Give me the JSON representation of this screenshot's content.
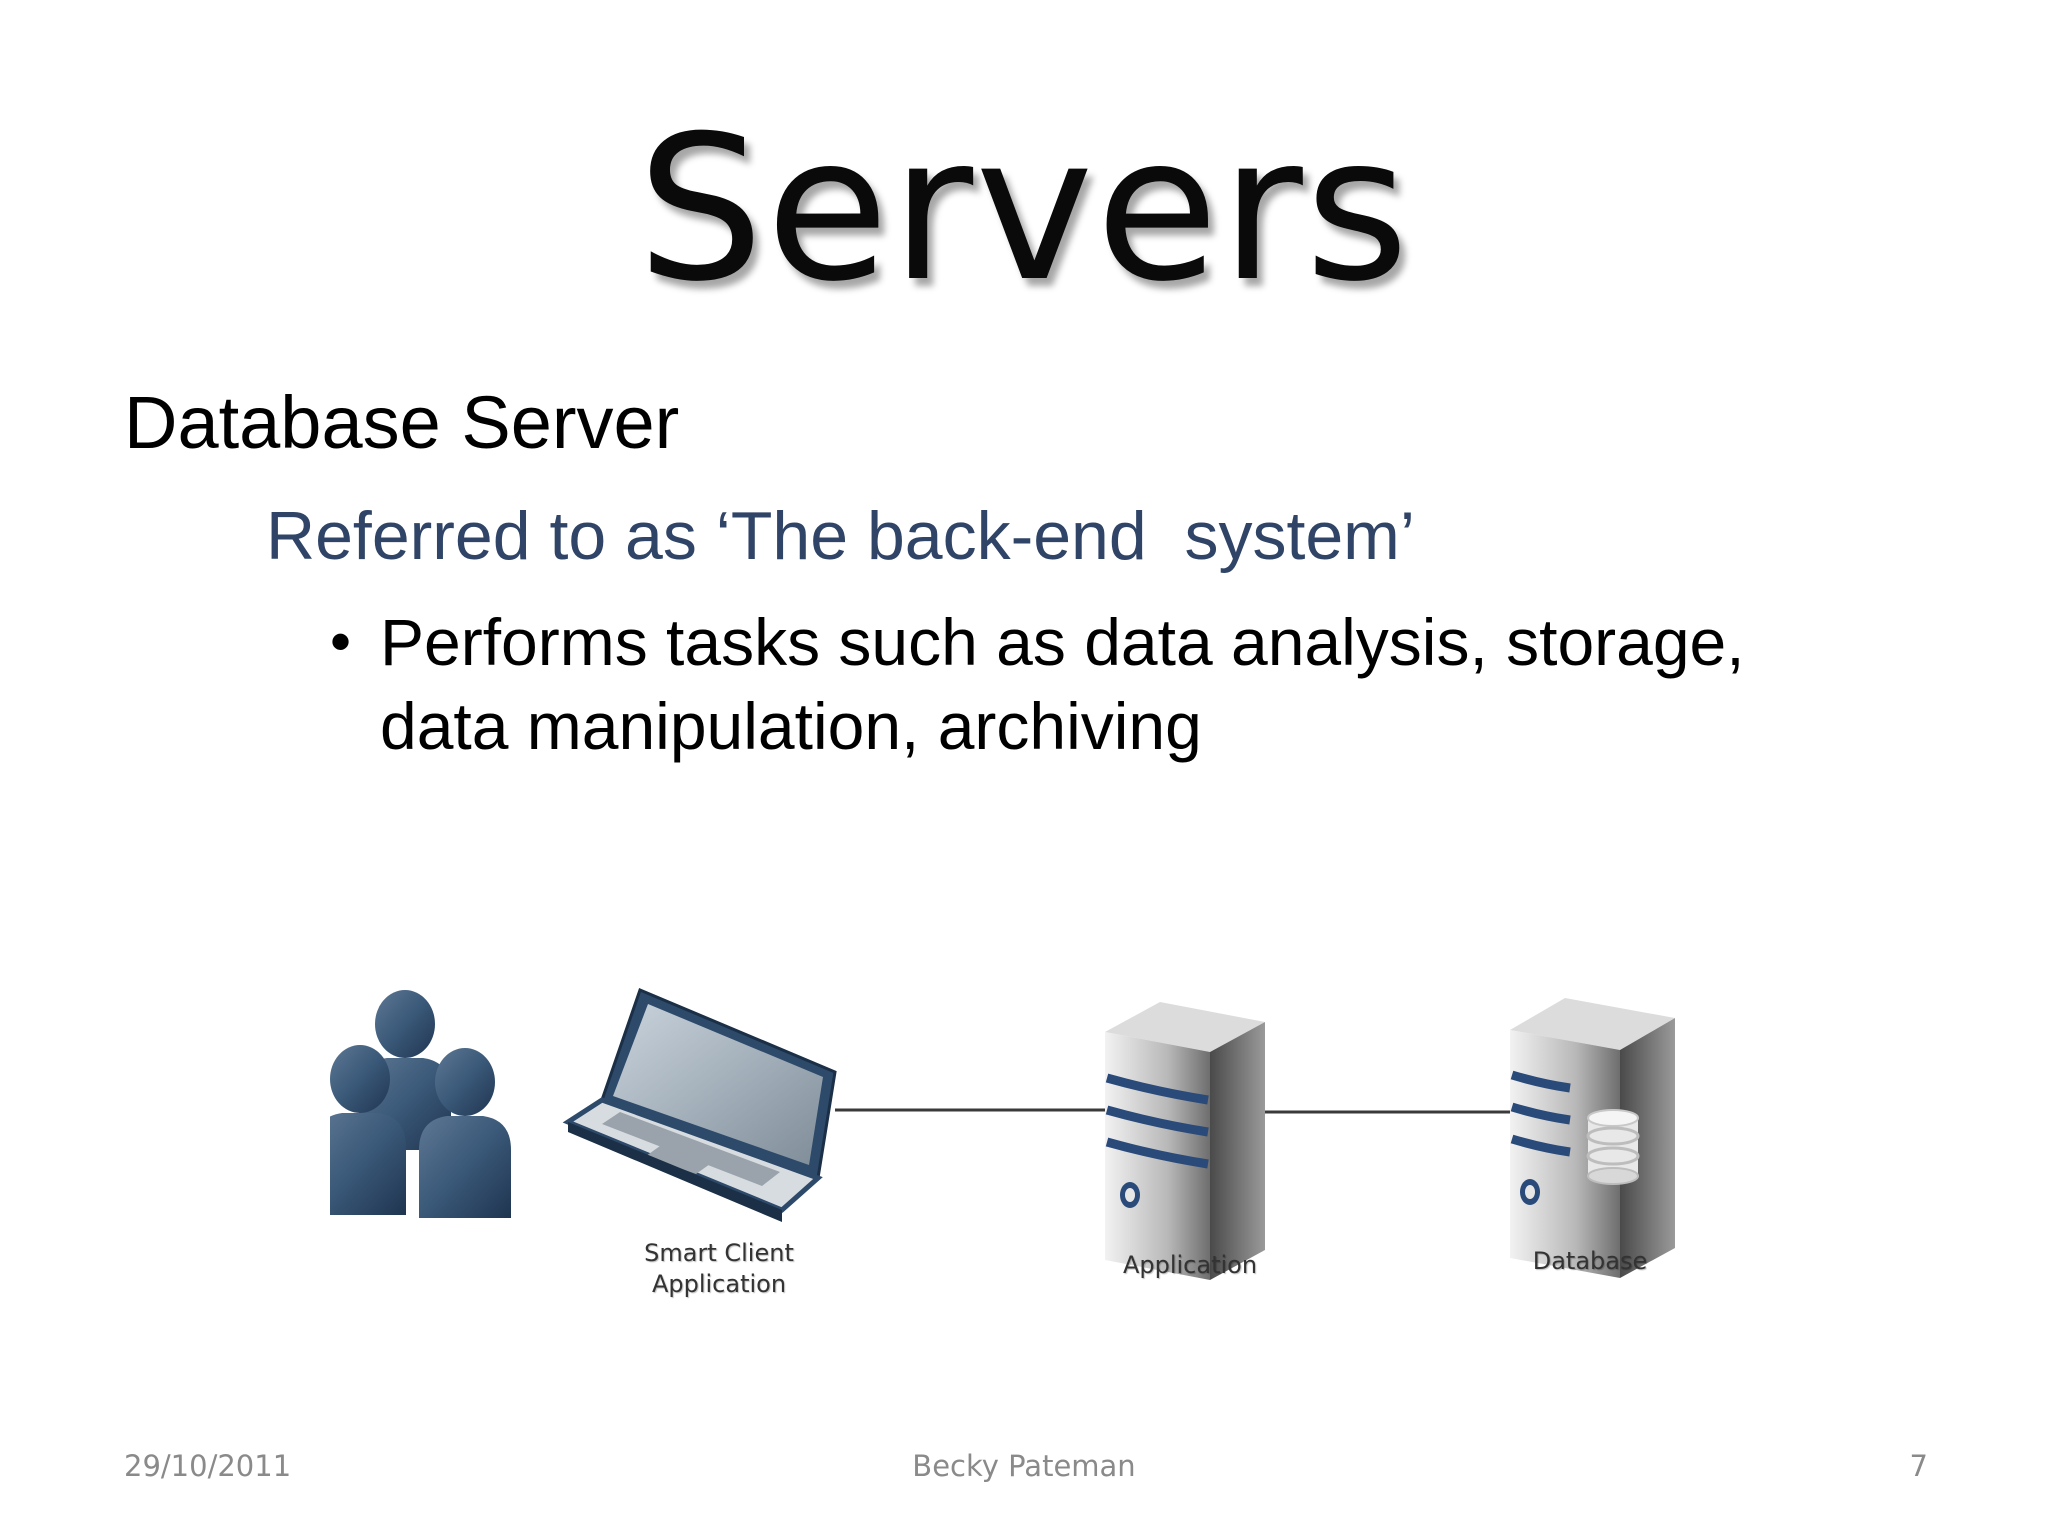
{
  "title": "Servers",
  "heading": "Database Server",
  "subheading": "Referred to as ‘The back-end  system’",
  "bullets": [
    "Performs tasks such as data analysis, storage, data manipulation, archiving"
  ],
  "diagram": {
    "smart_client_label": "Smart Client\nApplication",
    "application_label": "Application",
    "database_label": "Database",
    "users_icon": "users-group-icon",
    "laptop_icon": "laptop-icon",
    "app_server_icon": "server-tower-icon",
    "db_server_icon": "database-server-icon"
  },
  "footer": {
    "date": "29/10/2011",
    "author": "Becky Pateman",
    "page": "7"
  }
}
